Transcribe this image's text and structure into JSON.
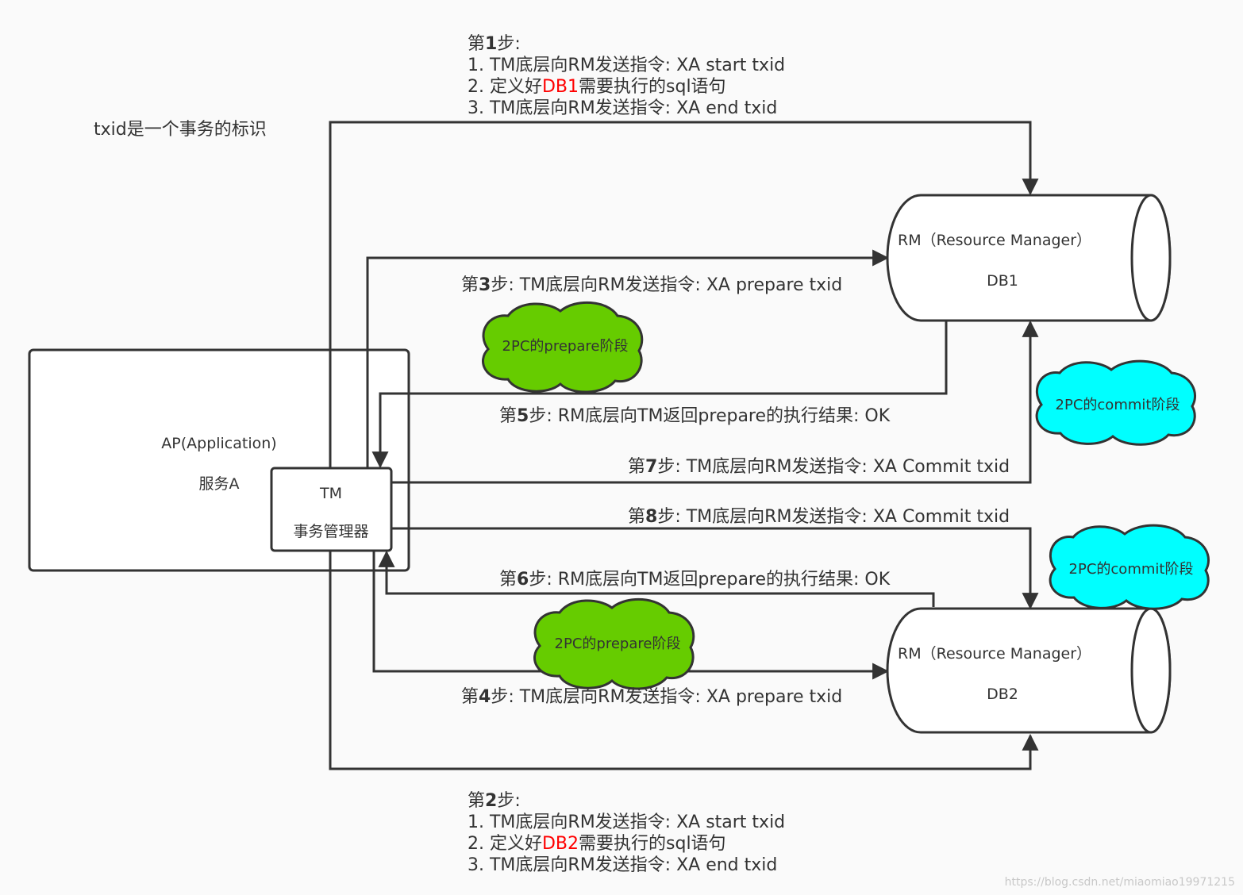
{
  "note": "txid是一个事务的标识",
  "app": {
    "title": "AP(Application)",
    "service": "服务A"
  },
  "tm": {
    "title": "TM",
    "subtitle": "事务管理器"
  },
  "db1": {
    "title": "RM（Resource Manager）",
    "name": "DB1"
  },
  "db2": {
    "title": "RM（Resource Manager）",
    "name": "DB2"
  },
  "step1": {
    "head_pre": "第",
    "head_num": "1",
    "head_post": "步:",
    "line1": "1. TM底层向RM发送指令:  XA start txid",
    "line2_pre": "2. 定义好",
    "line2_red": "DB1",
    "line2_post": "需要执行的sql语句",
    "line3": "3. TM底层向RM发送指令:  XA end txid"
  },
  "step2": {
    "head_pre": "第",
    "head_num": "2",
    "head_post": "步:",
    "line1": "1. TM底层向RM发送指令:  XA start txid",
    "line2_pre": "2. 定义好",
    "line2_red": "DB2",
    "line2_post": "需要执行的sql语句",
    "line3": "3. TM底层向RM发送指令:  XA end txid"
  },
  "step3": {
    "pre": "第",
    "num": "3",
    "text": "步:  TM底层向RM发送指令: XA prepare txid"
  },
  "step4": {
    "pre": "第",
    "num": "4",
    "text": "步:  TM底层向RM发送指令: XA prepare txid"
  },
  "step5": {
    "pre": "第",
    "num": "5",
    "text": "步:  RM底层向TM返回prepare的执行结果: OK"
  },
  "step6": {
    "pre": "第",
    "num": "6",
    "text": "步:  RM底层向TM返回prepare的执行结果: OK"
  },
  "step7": {
    "pre": "第",
    "num": "7",
    "text": "步:  TM底层向RM发送指令: XA Commit txid"
  },
  "step8": {
    "pre": "第",
    "num": "8",
    "text": "步:  TM底层向RM发送指令: XA Commit txid"
  },
  "clouds": {
    "prepare1": "2PC的prepare阶段",
    "prepare2": "2PC的prepare阶段",
    "commit1": "2PC的commit阶段",
    "commit2": "2PC的commit阶段"
  },
  "colors": {
    "prepare": "#66cc00",
    "commit": "#00ffff",
    "highlight": "#ff0000",
    "line": "#333333"
  },
  "watermark": "https://blog.csdn.net/miaomiao19971215"
}
